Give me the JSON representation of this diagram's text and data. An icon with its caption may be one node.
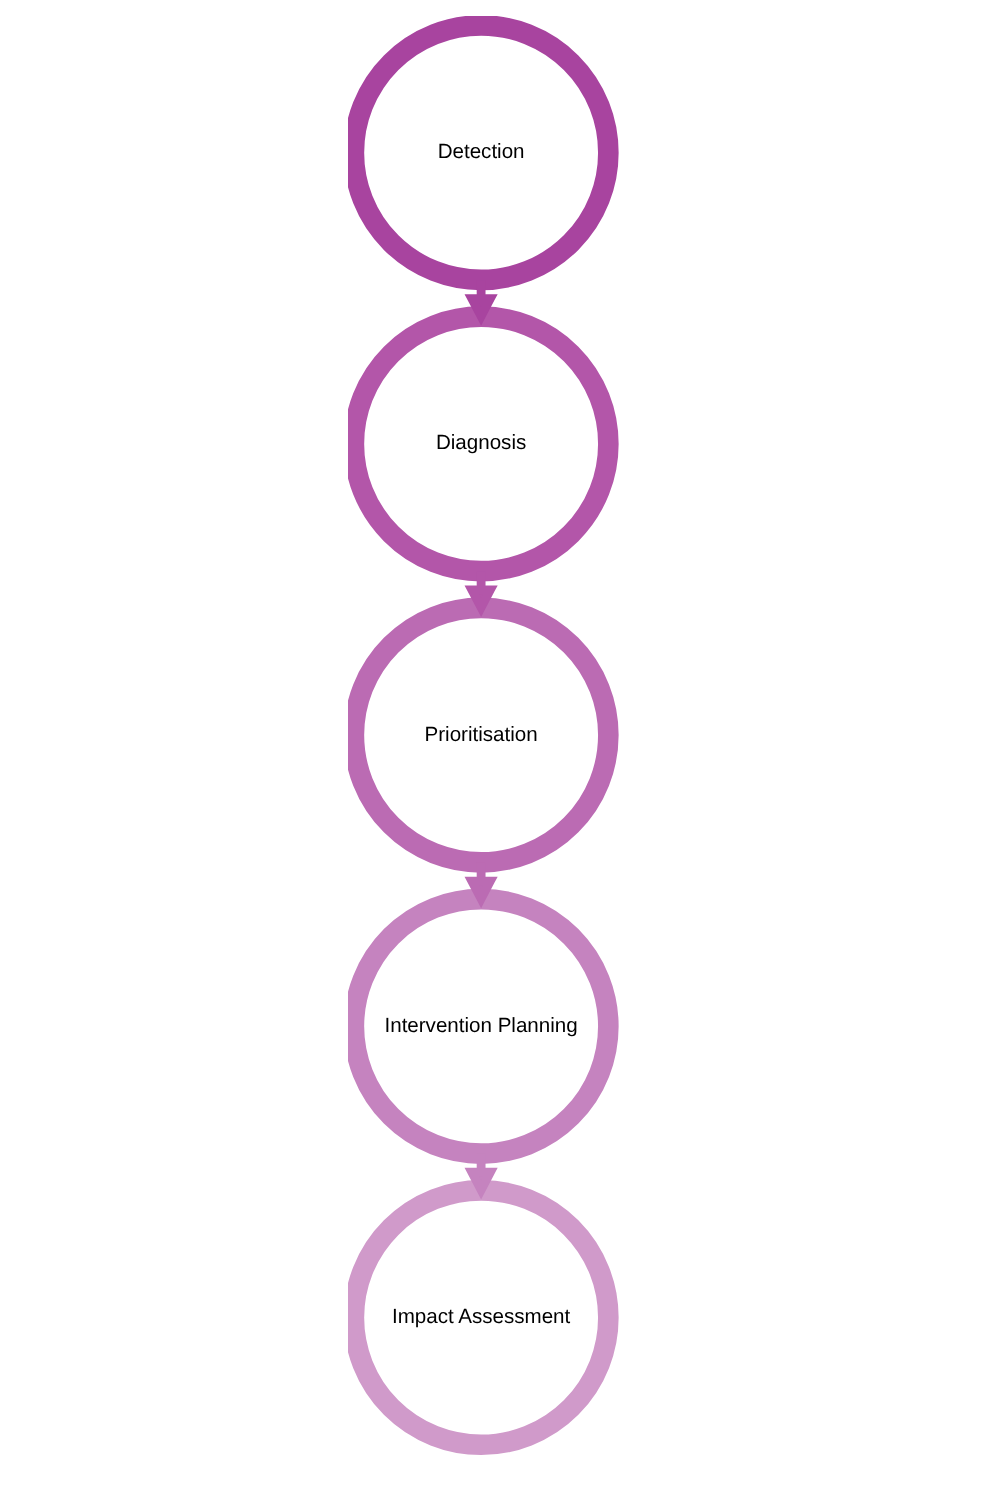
{
  "diagram": {
    "nodes": [
      {
        "text": [
          "Detection"
        ]
      },
      {
        "text": [
          "Diagnosis"
        ]
      },
      {
        "text": [
          "Prioritisation"
        ]
      },
      {
        "text": [
          "Intervention Planning"
        ]
      },
      {
        "text": [
          "Impact Assessment"
        ]
      }
    ],
    "edges": [
      {
        "from": 0,
        "to": 1,
        "arrow": "to"
      },
      {
        "from": 1,
        "to": 2,
        "arrow": "to"
      },
      {
        "from": 2,
        "to": 3,
        "arrow": "to"
      },
      {
        "from": 3,
        "to": 4,
        "arrow": "to"
      }
    ]
  }
}
